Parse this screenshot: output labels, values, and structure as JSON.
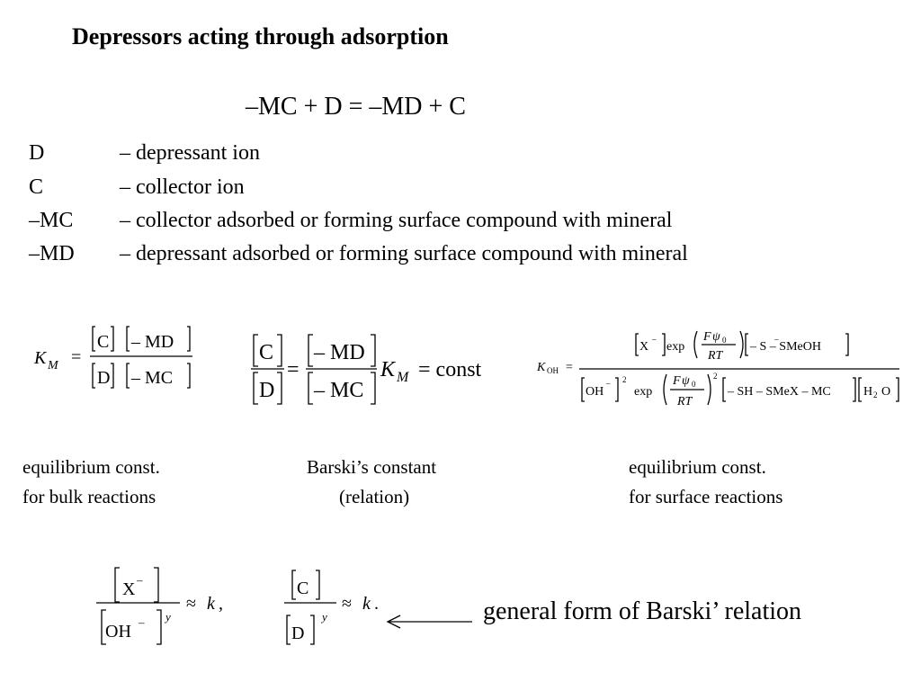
{
  "slide": {
    "title": "Depressors acting through adsorption",
    "reaction": "–MC + D = –MD + C",
    "definitions": [
      {
        "symbol": "D",
        "meaning": "– depressant ion"
      },
      {
        "symbol": "C",
        "meaning": "– collector ion"
      },
      {
        "symbol": "–MC",
        "meaning": "– collector adsorbed or forming surface compound with mineral"
      },
      {
        "symbol": "–MD",
        "meaning": "– depressant adsorbed or forming surface compound with mineral"
      }
    ],
    "formulas": {
      "km": {
        "lhs": "K",
        "sub": "M",
        "eq": "=",
        "num1": "C",
        "num2": "– MD",
        "den1": "D",
        "den2": "– MC"
      },
      "barski": {
        "num": "C",
        "den": "D",
        "eq": "=",
        "num2": "– MD",
        "den2": "– MC",
        "k": "K",
        "sub": "M",
        "rhs": "= const"
      },
      "koh": {
        "lhs": "K",
        "sub": "OH",
        "eq": "=",
        "num_ion": "X",
        "num_ion_sup": "–",
        "exp": "exp",
        "F": "F",
        "psi": "ψ",
        "zero": "0",
        "RT": "RT",
        "num_rest": "– S  – SMeOH",
        "num_rest_sup": "–",
        "den_ion": "OH",
        "den_ion_sup": "–",
        "sq": "2",
        "den_rest": "– SH – SMeX – MC",
        "h2o_h": "H",
        "h2o_2": "2",
        "h2o_o": "O"
      },
      "general1": {
        "num": "X",
        "num_sup": "–",
        "den": "OH",
        "den_sup": "–",
        "y": "y",
        "approx": "≈",
        "k": "k",
        "punct": ","
      },
      "general2": {
        "num": "C",
        "den": "D",
        "y": "y",
        "approx": "≈",
        "k": "k",
        "punct": "."
      }
    },
    "captions": {
      "left_1": "equilibrium const.",
      "left_2": "for bulk reactions",
      "mid_1": "Barski’s constant",
      "mid_2": "(relation)",
      "right_1": "equilibrium const.",
      "right_2": "for surface reactions"
    },
    "general_label": "general form of Barski’ relation"
  }
}
